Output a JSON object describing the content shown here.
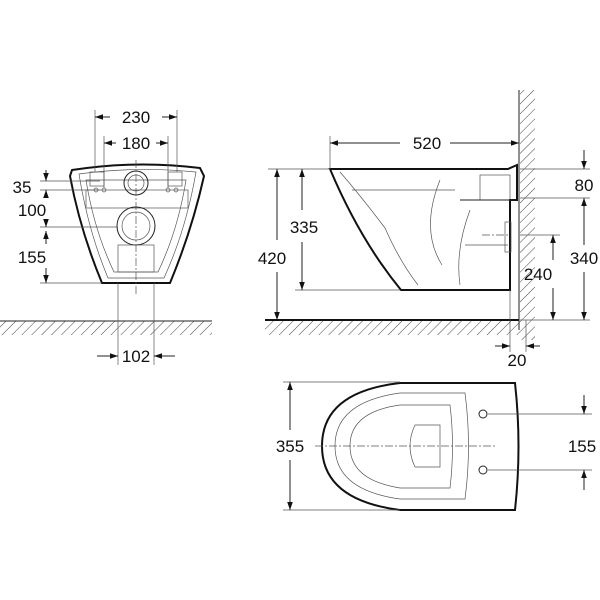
{
  "colors": {
    "line": "#111111",
    "background": "#ffffff"
  },
  "front_view": {
    "width_outer": "230",
    "width_inner": "180",
    "offset_top": "35",
    "offset_middle": "100",
    "offset_bottom": "155",
    "outlet_width": "102"
  },
  "side_view": {
    "depth": "520",
    "height_total": "420",
    "bowl_height": "335",
    "top_offset": "80",
    "fixing_height": "340",
    "outlet_height": "240",
    "wall_gap": "20"
  },
  "top_view": {
    "width": "355",
    "bolt_spacing": "155"
  }
}
